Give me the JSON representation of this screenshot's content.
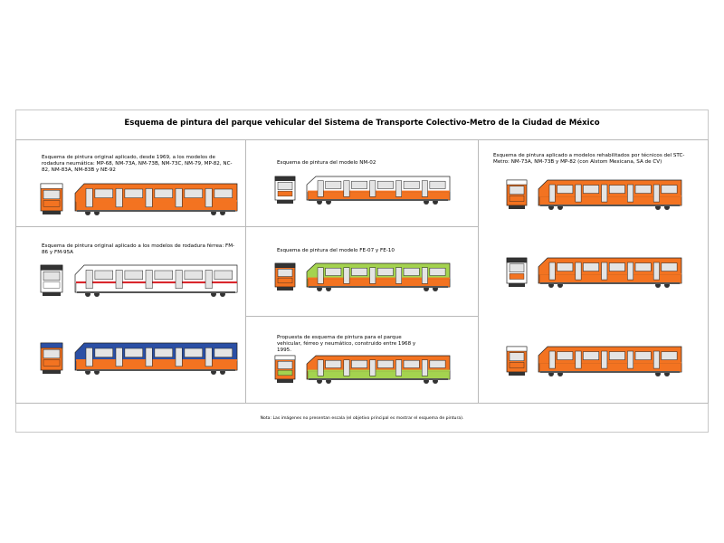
{
  "title": "Esquema de pintura del parque vehicular del Sistema de Transporte Colectivo-Metro de la Ciudad de México",
  "note": "Nota: Las imágenes no presentan escala (el objetivo principal es mostrar el esquema de pintura).",
  "colors": {
    "orange": "#f37321",
    "white": "#ffffff",
    "blue": "#2b4fa5",
    "green": "#a4d34f",
    "window": "#e4e4e4",
    "dark": "#333333",
    "red_stripe": "#d9262b"
  },
  "sections": [
    {
      "caption": "Esquema de pintura original aplicado, desde 1969, a los modelos de rodadura neumática: MP-68, NM-73A, NM-73B, NM-73C, NM-79, MP-82, NC-82, NM-83A, NM-83B y NE-92",
      "scheme": "orange"
    },
    {
      "caption": "Esquema de pintura del modelo NM-02",
      "scheme": "white-orange"
    },
    {
      "caption": "Esquema de pintura aplicado a modelos rehabilitados por técnicos del STC-Metro: NM-73A, NM-73B y MP-82 (con Alstom Mexicana, SA de CV)",
      "scheme": "orange-rehab"
    },
    {
      "caption": "Esquema de pintura original aplicado a los modelos de rodadura férrea: FM-86 y FM-95A",
      "scheme": "white-red"
    },
    {
      "caption": "Esquema de pintura del modelo FE-07 y FE-10",
      "scheme": "green-orange"
    },
    {
      "caption": "Propuesta de esquema de pintura para el parque vehicular, férreo y neumático, construido entre 1968 y 1995.",
      "scheme": "orange-green"
    },
    {
      "caption": "",
      "scheme": "blue-orange"
    }
  ]
}
